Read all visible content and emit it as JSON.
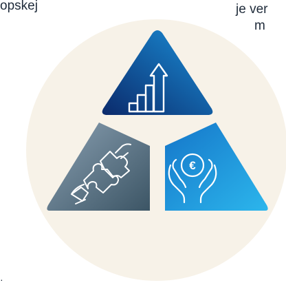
{
  "text_fragments": {
    "left": "opskej",
    "right_top": "je ver",
    "right_second": "m",
    "bottom_left": "·"
  },
  "colors": {
    "circle_background": "#f7f2e8",
    "top_triangle_dark": "#0b2a6b",
    "top_triangle_light": "#1a8fd8",
    "left_triangle_dark": "#3c5565",
    "left_triangle_light": "#8aa0b2",
    "right_triangle_dark": "#1576c9",
    "right_triangle_light": "#2cb6ec",
    "icon_stroke": "#ffffff"
  },
  "segments": [
    {
      "id": "top",
      "icon": "growth-chart-arrow-icon"
    },
    {
      "id": "bottom-left",
      "icon": "puzzle-hands-icon"
    },
    {
      "id": "bottom-right",
      "icon": "euro-coin-hands-icon"
    }
  ],
  "icon_glyphs": {
    "euro": "€"
  }
}
